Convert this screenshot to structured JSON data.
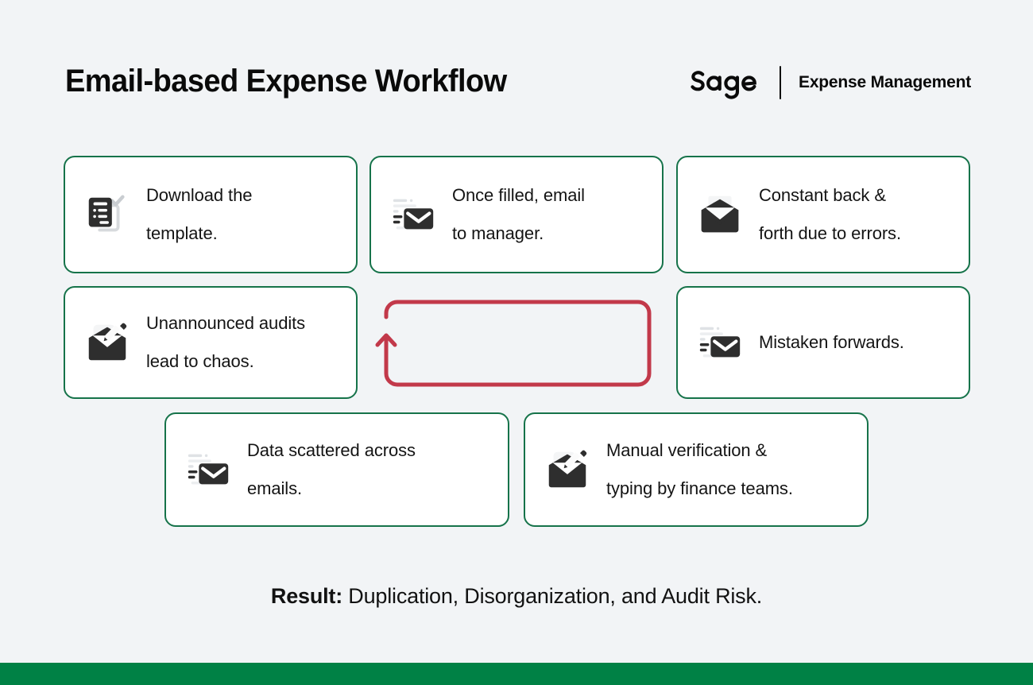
{
  "header": {
    "title": "Email-based Expense Workflow",
    "brand_name": "Sage",
    "brand_label": "Expense Management"
  },
  "cards": [
    {
      "text": "Download the\ntemplate.",
      "icon": "document-checklist-icon"
    },
    {
      "text": "Once filled, email\nto manager.",
      "icon": "envelope-over-lines-icon"
    },
    {
      "text": "Constant back &\nforth due to errors.",
      "icon": "open-envelope-letter-icon"
    },
    {
      "text": "Unannounced audits\nlead to chaos.",
      "icon": "envelope-pencil-icon"
    },
    {
      "text": "Mistaken forwards.",
      "icon": "envelope-over-lines-icon"
    },
    {
      "text": "Data scattered across\nemails.",
      "icon": "envelope-over-lines-icon"
    },
    {
      "text": "Manual verification &\ntyping by finance teams.",
      "icon": "envelope-pencil-icon"
    }
  ],
  "loop": {
    "name": "feedback-loop-arrow",
    "direction": "up"
  },
  "result": {
    "label": "Result:",
    "body": " Duplication, Disorganization, and Audit Risk."
  },
  "colors": {
    "page_background": "#F2F4F6",
    "card_border_green": "#16734A",
    "card_background": "#FFFFFF",
    "loop_arrow_red": "#C2394A",
    "bottom_bar_green": "#008145",
    "icon_dark": "#2E2E2E",
    "icon_light": "#E3E5E7",
    "text_dark": "#121212"
  }
}
